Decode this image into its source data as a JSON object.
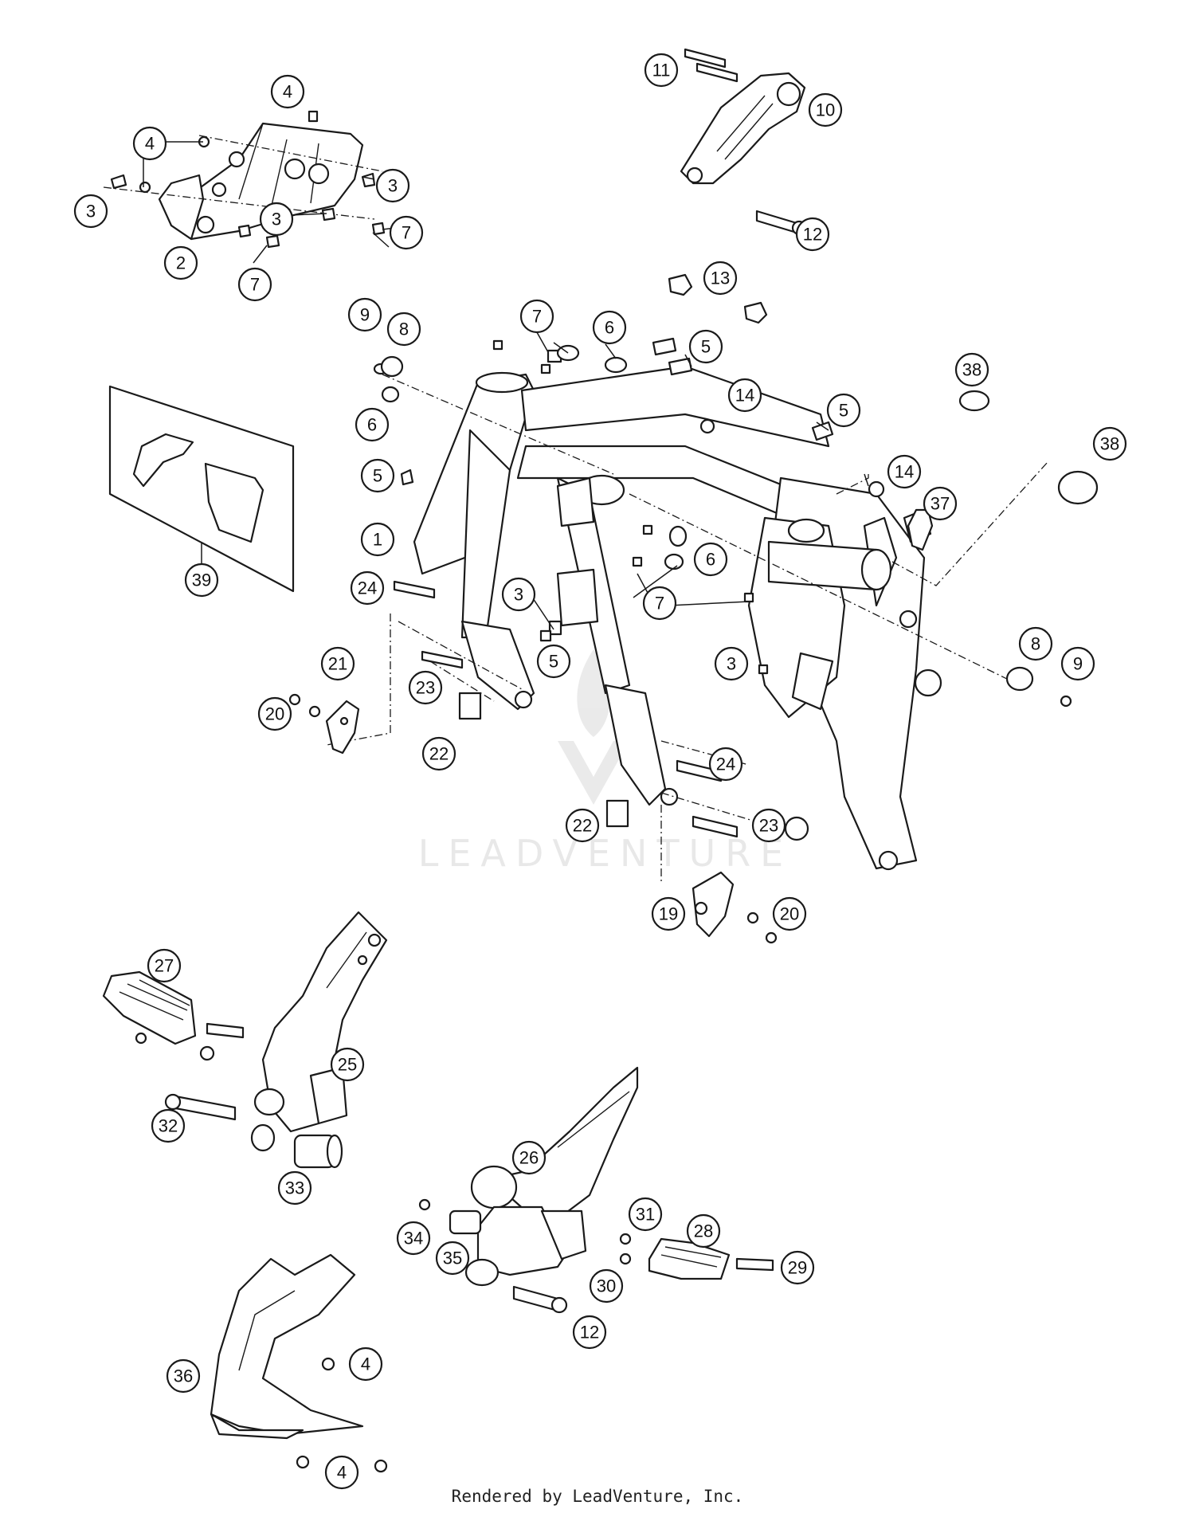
{
  "credit": "Rendered by LeadVenture, Inc.",
  "watermark": "LEADVENTURE",
  "callouts": [
    "1",
    "2",
    "3",
    "4",
    "5",
    "6",
    "7",
    "8",
    "9",
    "10",
    "11",
    "12",
    "13",
    "14",
    "19",
    "20",
    "21",
    "22",
    "23",
    "24",
    "25",
    "26",
    "27",
    "28",
    "29",
    "30",
    "31",
    "32",
    "33",
    "34",
    "35",
    "36",
    "37",
    "38",
    "39"
  ]
}
